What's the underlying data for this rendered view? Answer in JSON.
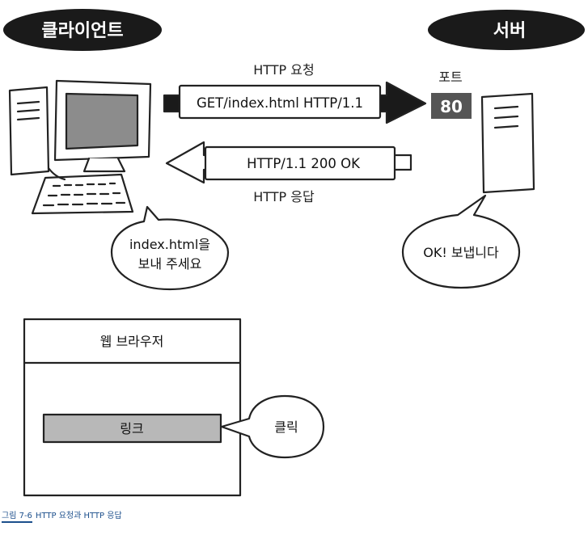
{
  "client": {
    "title": "클라이언트"
  },
  "server": {
    "title": "서버",
    "port_label": "포트",
    "port_number": "80"
  },
  "request": {
    "caption": "HTTP 요청",
    "line": "GET/index.html HTTP/1.1"
  },
  "response": {
    "caption": "HTTP 응답",
    "line": "HTTP/1.1 200 OK"
  },
  "bubbles": {
    "client_line1": "index.html을",
    "client_line2": "보내 주세요",
    "server": "OK! 보냅니다",
    "click": "클릭"
  },
  "browser": {
    "title": "웹 브라우저",
    "link_label": "링크"
  },
  "figure": {
    "number": "그림 7-6",
    "caption": "HTTP 요청과 HTTP 응답"
  },
  "colors": {
    "pill": "#1a1a1a",
    "port_box": "#555555",
    "screen": "#8c8c8c",
    "link_bar": "#b8b8b8",
    "caption": "#1c4f8c"
  }
}
